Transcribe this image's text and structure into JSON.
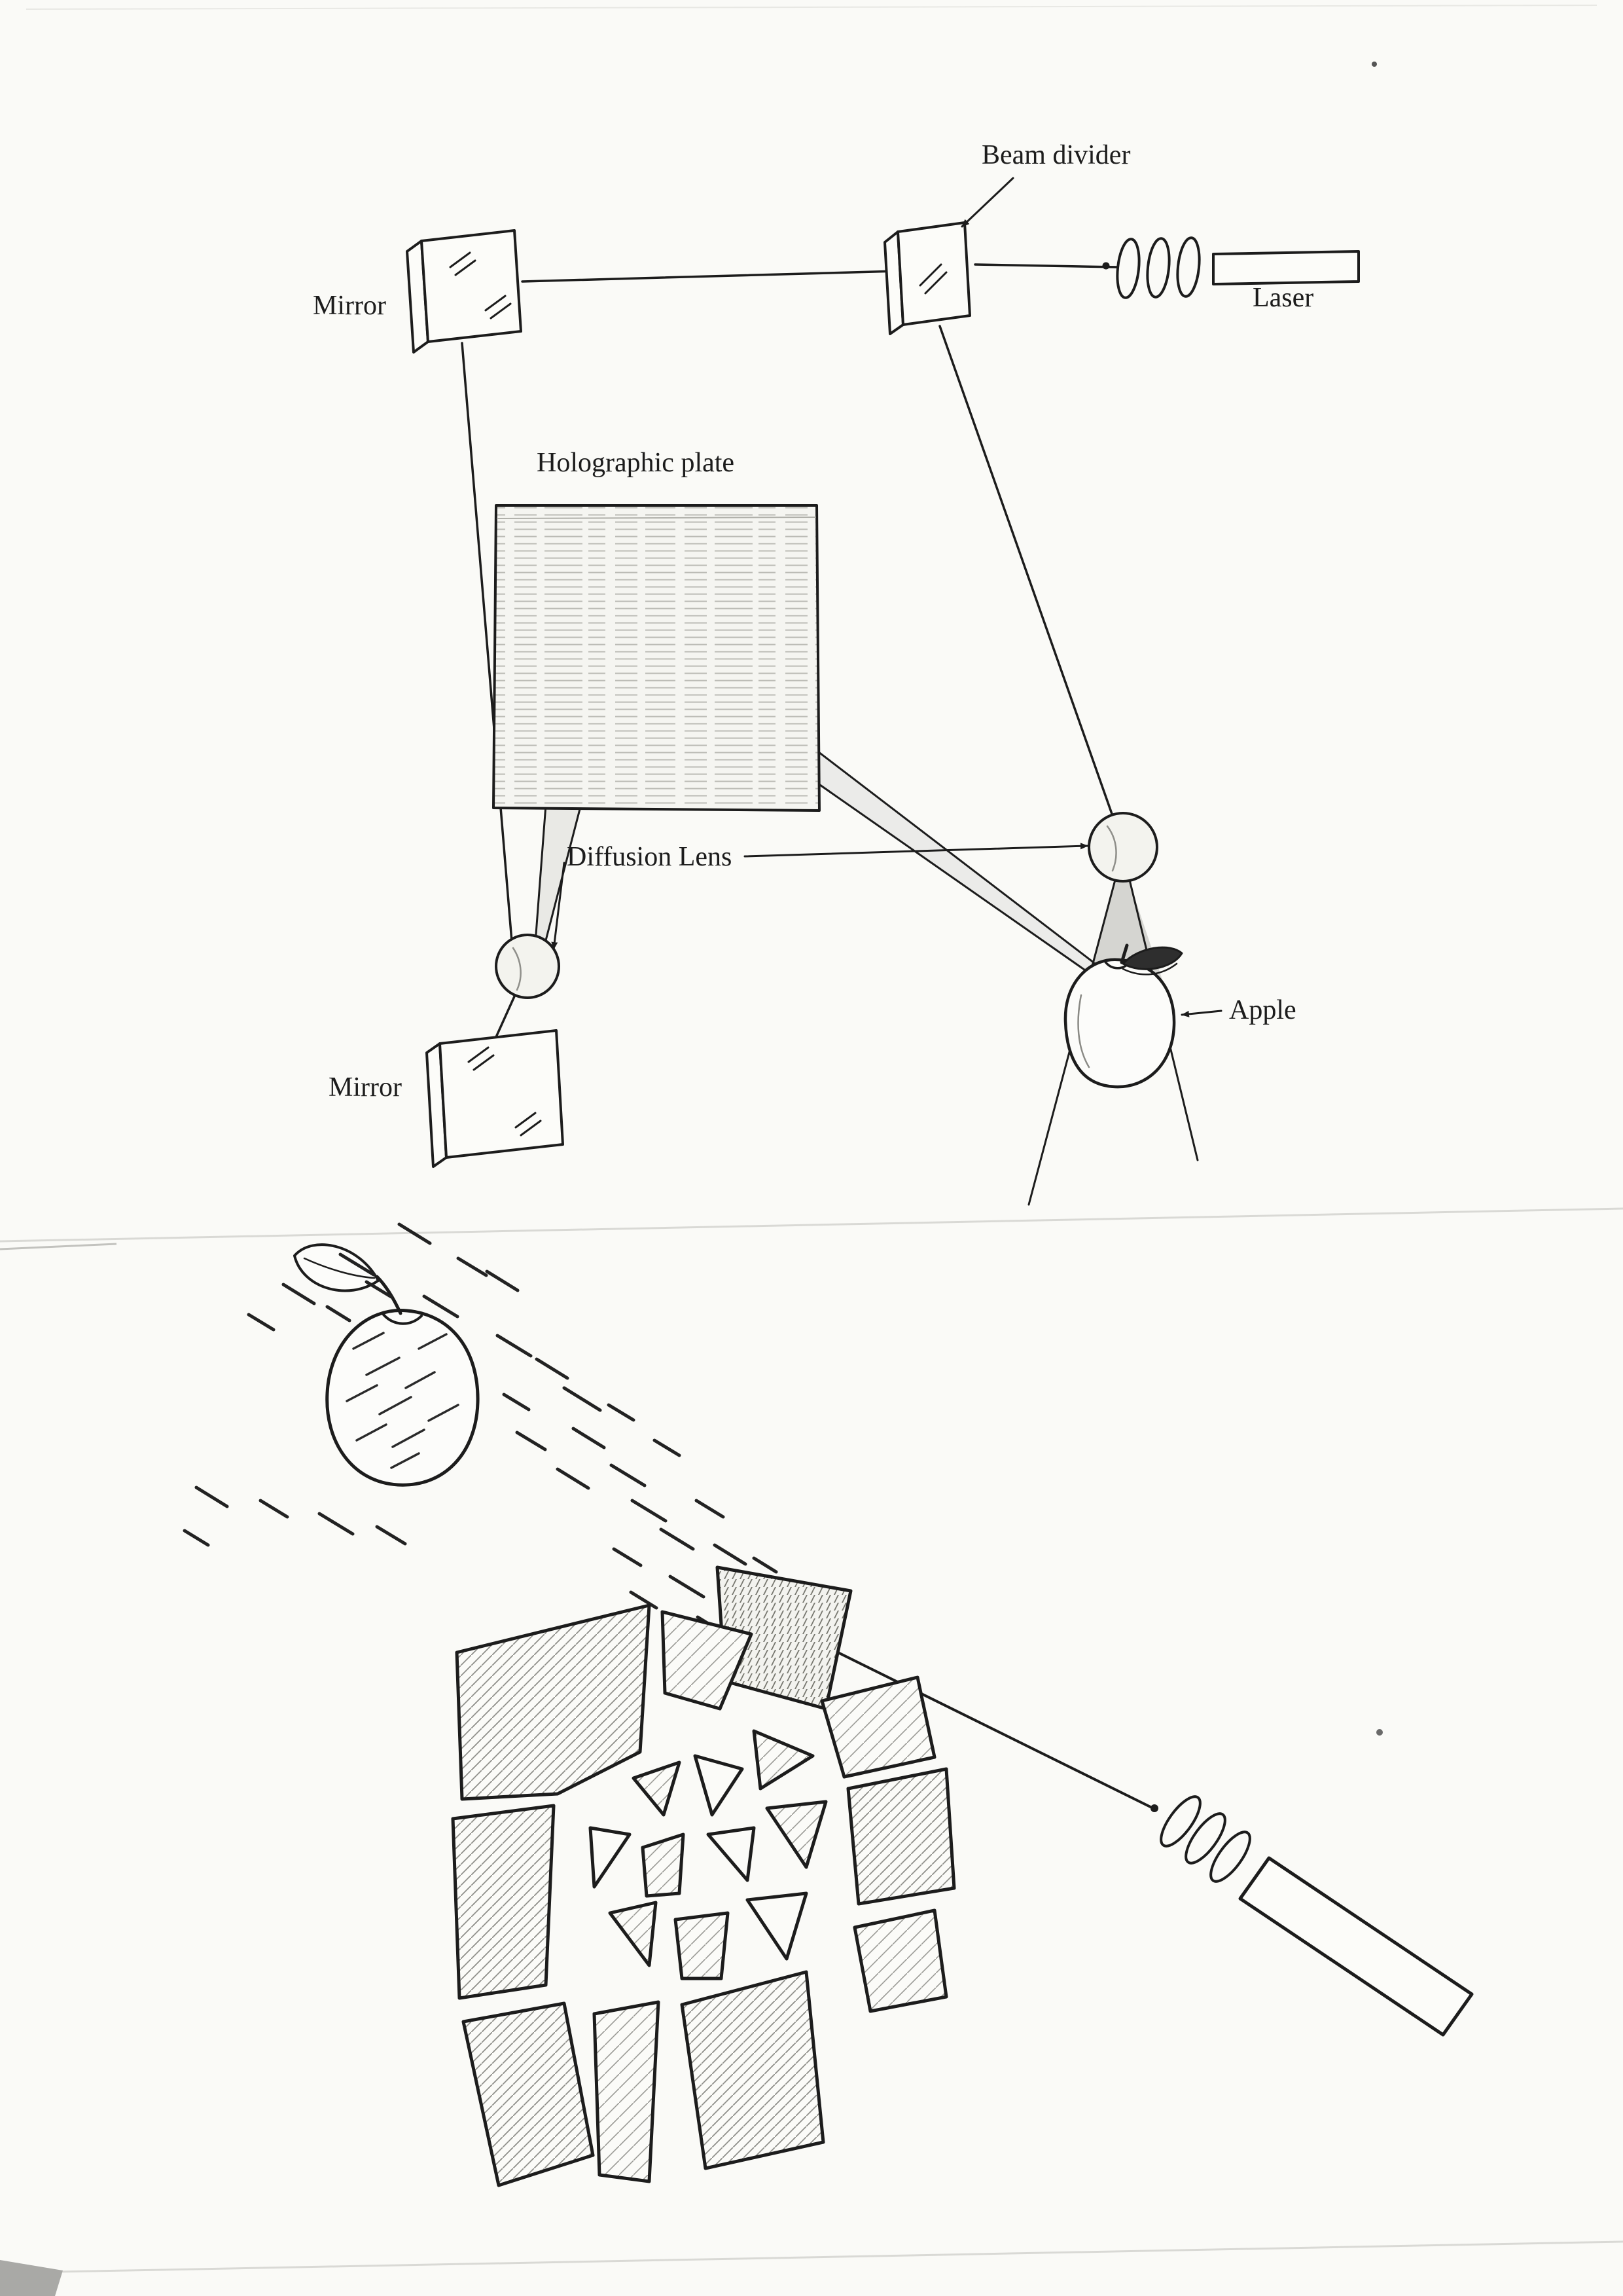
{
  "document": {
    "type": "scanned hand-drawn holography diagram",
    "labels": {
      "beam_divider": "Beam divider",
      "mirror_top": "Mirror",
      "laser": "Laser",
      "holographic_plate": "Holographic plate",
      "diffusion_lens": "Diffusion Lens",
      "apple": "Apple",
      "mirror_bottom": "Mirror"
    },
    "colors": {
      "paper": "#fafaf7",
      "ink": "#1c1c1c",
      "pencil": "#8f8f8a",
      "fold_line": "#d9d9d5"
    }
  }
}
